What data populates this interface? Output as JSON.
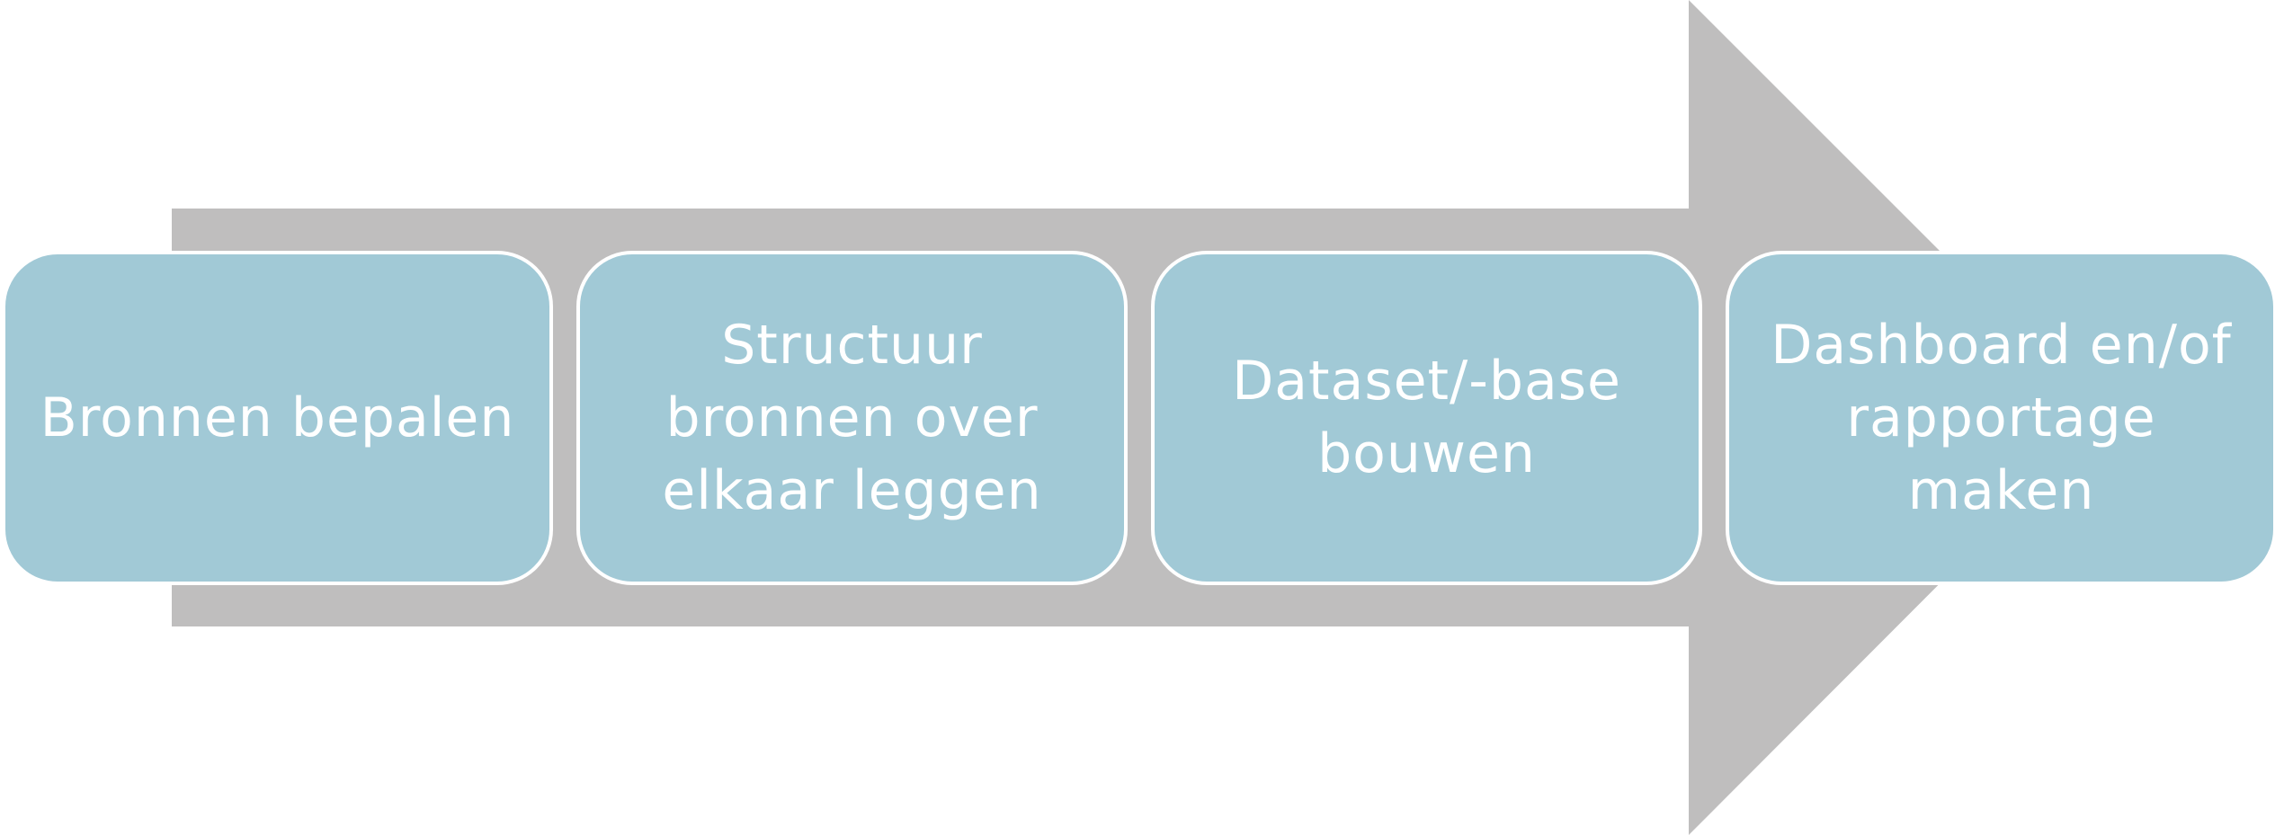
{
  "colors": {
    "arrow": "#bfbebe",
    "step_fill": "#a1c9d6",
    "step_border": "#ffffff",
    "text": "#ffffff"
  },
  "steps": [
    {
      "label": "Bronnen bepalen"
    },
    {
      "label": "Structuur bronnen over elkaar leggen"
    },
    {
      "label": "Dataset/-base bouwen"
    },
    {
      "label": "Dashboard en/of rapportage maken"
    }
  ]
}
